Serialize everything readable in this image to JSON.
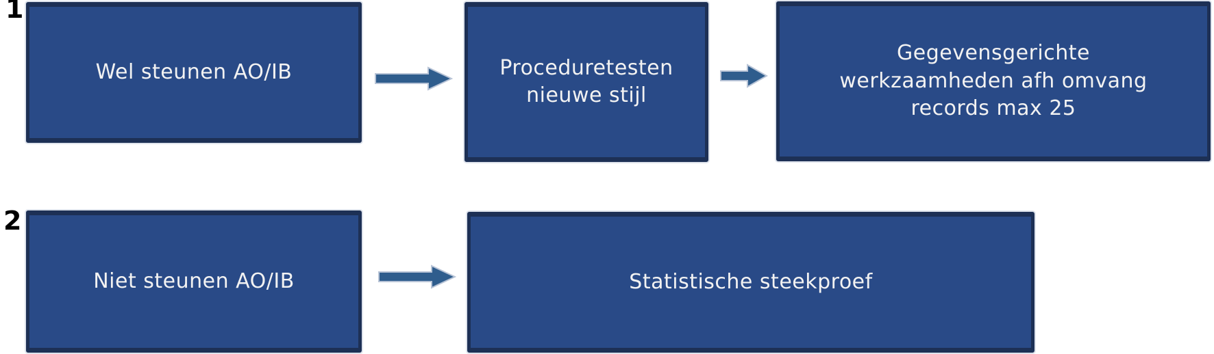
{
  "colors": {
    "background": "#ffffff",
    "box_fill": "#294a87",
    "box_border": "#1d3055",
    "arrow_fill": "#2f5d8d",
    "arrow_outline": "#b7c3d6",
    "text_color": "#f2f2f2",
    "label_color": "#000000"
  },
  "rows": [
    {
      "label": "1",
      "boxes": [
        {
          "text": "Wel steunen AO/IB"
        },
        {
          "text": "Proceduretesten nieuwe stijl"
        },
        {
          "text": "Gegevensgerichte werkzaamheden afh omvang records max 25"
        }
      ]
    },
    {
      "label": "2",
      "boxes": [
        {
          "text": "Niet steunen AO/IB"
        },
        {
          "text": "Statistische steekproef"
        }
      ]
    }
  ],
  "arrows": [
    {
      "from": "Wel steunen AO/IB",
      "to": "Proceduretesten nieuwe stijl"
    },
    {
      "from": "Proceduretesten nieuwe stijl",
      "to": "Gegevensgerichte werkzaamheden afh omvang records max 25"
    },
    {
      "from": "Niet steunen AO/IB",
      "to": "Statistische steekproef"
    }
  ]
}
